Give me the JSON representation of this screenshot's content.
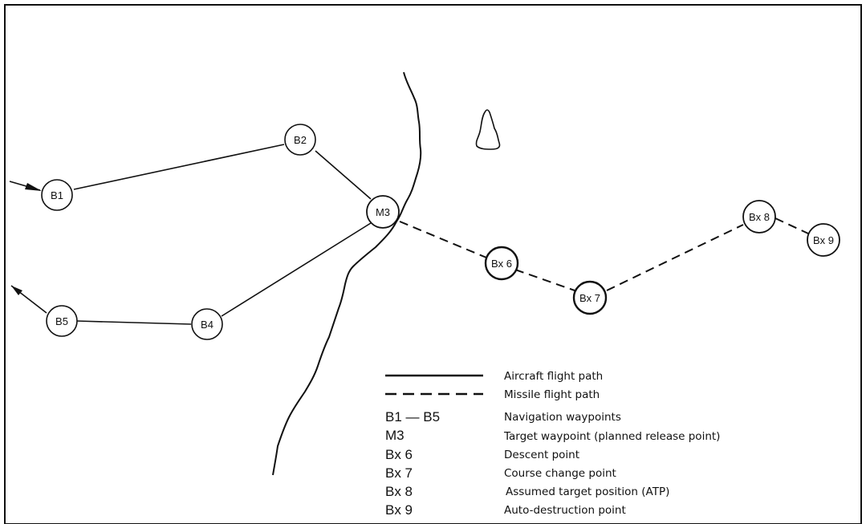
{
  "waypoints": {
    "b1": "B1",
    "b2": "B2",
    "m3": "M3",
    "b4": "B4",
    "b5": "B5",
    "bx6": "Bx 6",
    "bx7": "Bx 7",
    "bx8": "Bx 8",
    "bx9": "Bx 9"
  },
  "legend": {
    "aircraft_path": "Aircraft flight path",
    "missile_path": "Missile flight path",
    "items": [
      {
        "code": "B1 — B5",
        "desc": "Navigation waypoints"
      },
      {
        "code": "M3",
        "desc": "Target waypoint (planned release point)"
      },
      {
        "code": "Bx 6",
        "desc": "Descent point"
      },
      {
        "code": "Bx 7",
        "desc": "Course change point"
      },
      {
        "code": "Bx 8",
        "desc": "Assumed target position (ATP)"
      },
      {
        "code": "Bx 9",
        "desc": "Auto-destruction point"
      }
    ]
  }
}
